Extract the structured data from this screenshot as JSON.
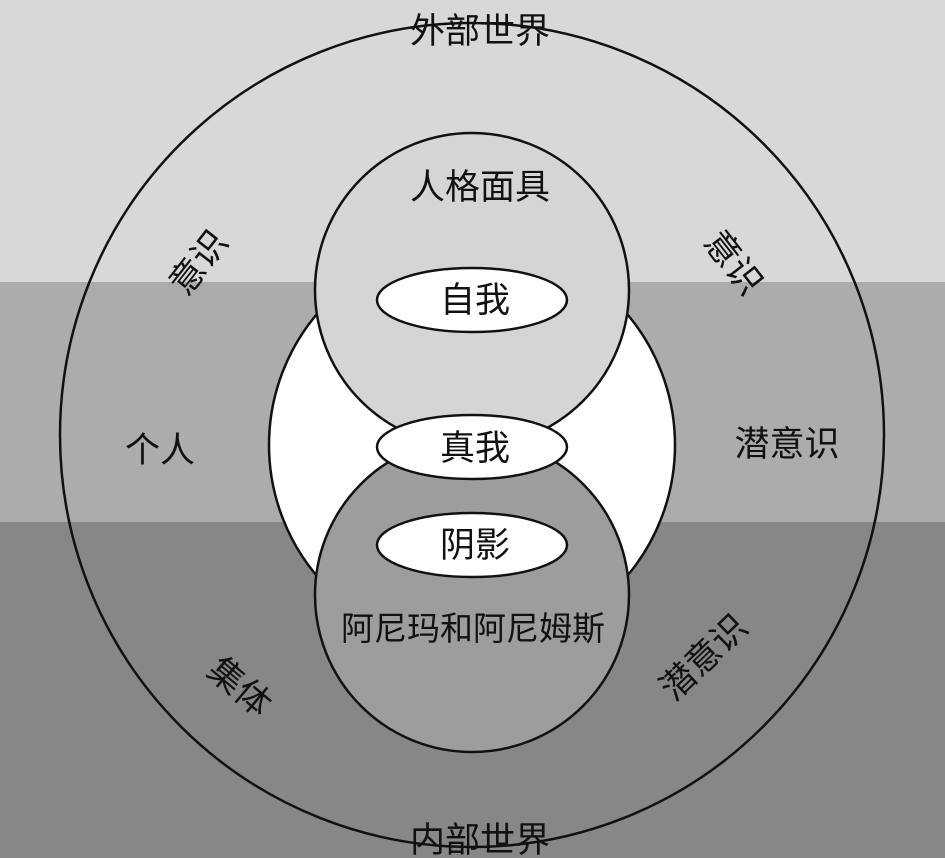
{
  "colors": {
    "band_top": "#d8d8d8",
    "band_middle": "#acacac",
    "band_bottom": "#878787",
    "white_region": "#ffffff",
    "upper_circle": "#d5d5d5",
    "lower_circle": "#9d9d9d",
    "ellipse_fill": "#ffffff",
    "stroke": "#111111"
  },
  "labels": {
    "outer_top": "外部世界",
    "outer_bottom": "内部世界",
    "persona": "人格面具",
    "ego": "自我",
    "self": "真我",
    "shadow": "阴影",
    "anima_animus": "阿尼玛和阿尼姆斯",
    "conscious_left": "意识",
    "conscious_right": "意识",
    "personal": "个人",
    "subconscious_right": "潜意识",
    "collective": "集体",
    "subconscious_lower_right": "潜意识"
  }
}
